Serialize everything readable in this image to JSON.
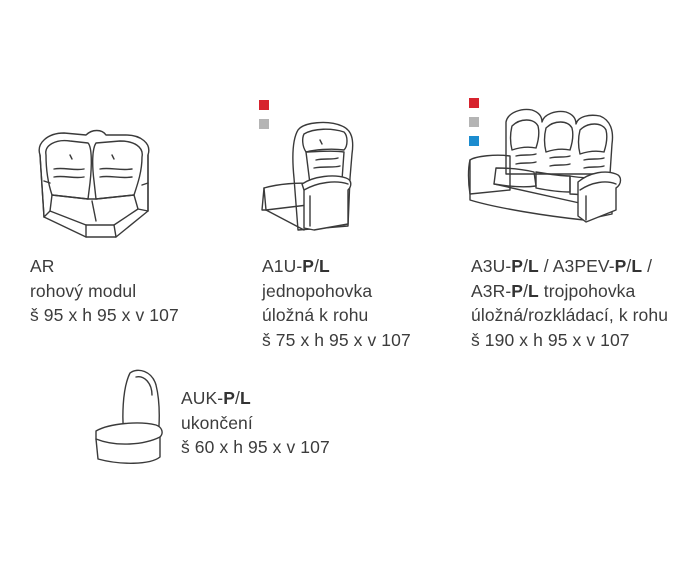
{
  "colors": {
    "red": "#d7232e",
    "grey": "#b4b4b4",
    "blue": "#1c8ccf"
  },
  "modules": [
    {
      "code": "AR",
      "lines": [
        "rohový modul",
        "š 95 x h 95 x v 107"
      ],
      "swatches": []
    },
    {
      "code_prefix": "A1U-",
      "code_bold_1": "P",
      "code_sep": "/",
      "code_bold_2": "L",
      "lines": [
        "jednopohovka",
        "úložná k rohu",
        "š 75 x h 95 x v 107"
      ],
      "swatches": [
        "red",
        "grey"
      ]
    },
    {
      "code_parts": [
        "A3U-",
        "P",
        "/",
        "L",
        " / A3PEV-",
        "P",
        "/",
        "L",
        " /"
      ],
      "line2_parts": [
        "A3R-",
        "P",
        "/",
        "L",
        " trojpohovka"
      ],
      "lines": [
        "úložná/rozkládací, k rohu",
        "š 190 x h 95 x v 107"
      ],
      "swatches": [
        "red",
        "grey",
        "blue"
      ]
    },
    {
      "code_prefix": "AUK-",
      "code_bold_1": "P",
      "code_sep": "/",
      "code_bold_2": "L",
      "lines": [
        "ukončení",
        "š 60 x h 95 x v 107"
      ],
      "swatches": []
    }
  ]
}
